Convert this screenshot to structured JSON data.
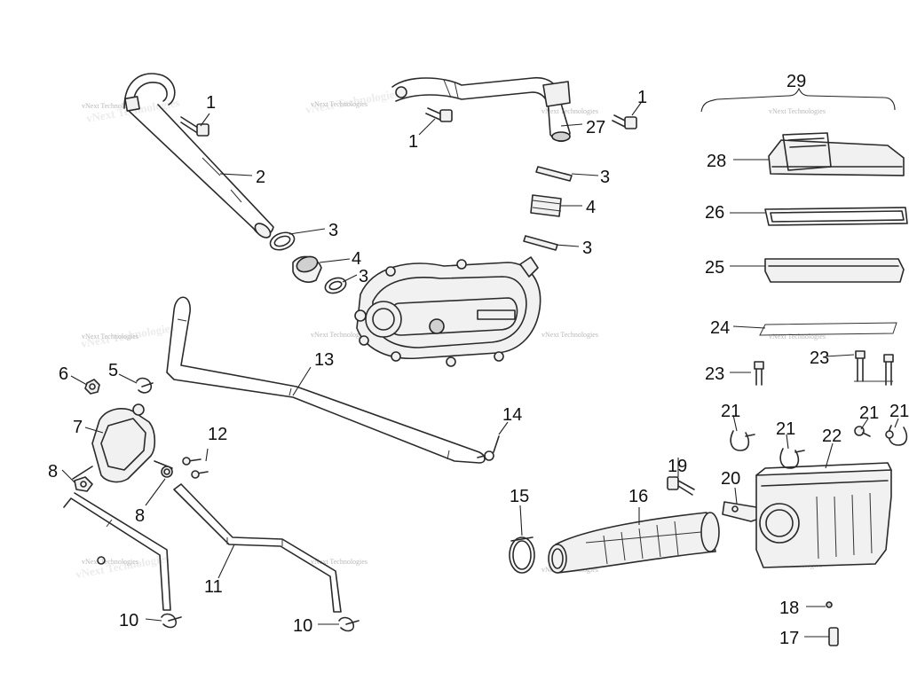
{
  "watermark": "vNext Technologies",
  "callouts": {
    "c1a": "1",
    "c1b": "1",
    "c1c": "1",
    "c2": "2",
    "c3a": "3",
    "c3b": "3",
    "c3c": "3",
    "c3d": "3",
    "c4a": "4",
    "c4b": "4",
    "c5": "5",
    "c6": "6",
    "c7": "7",
    "c8a": "8",
    "c8b": "8",
    "c10a": "10",
    "c10b": "10",
    "c11": "11",
    "c12": "12",
    "c13": "13",
    "c14": "14",
    "c15": "15",
    "c16": "16",
    "c17": "17",
    "c18": "18",
    "c19": "19",
    "c20": "20",
    "c21a": "21",
    "c21b": "21",
    "c21c": "21",
    "c21d": "21",
    "c22": "22",
    "c23a": "23",
    "c23b": "23",
    "c24": "24",
    "c25": "25",
    "c26": "26",
    "c27": "27",
    "c28": "28",
    "c29": "29"
  }
}
